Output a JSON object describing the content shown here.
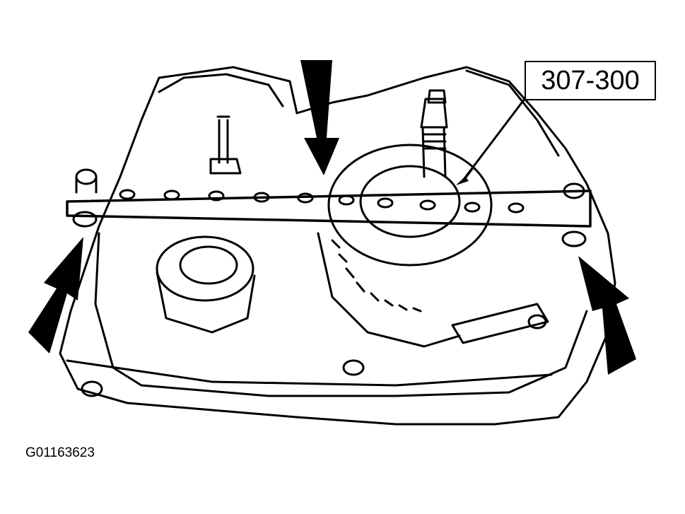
{
  "callout": {
    "tool_number": "307-300"
  },
  "figure": {
    "id": "G01163623"
  },
  "colors": {
    "ink": "#000000",
    "paper": "#ffffff"
  },
  "illustration": {
    "subject": "transaxle-case-with-holding-bar",
    "arrows": [
      "down-arrow-top",
      "up-arrow-left",
      "up-arrow-right",
      "leader-arrow-tool"
    ],
    "bar_holes": 10
  }
}
